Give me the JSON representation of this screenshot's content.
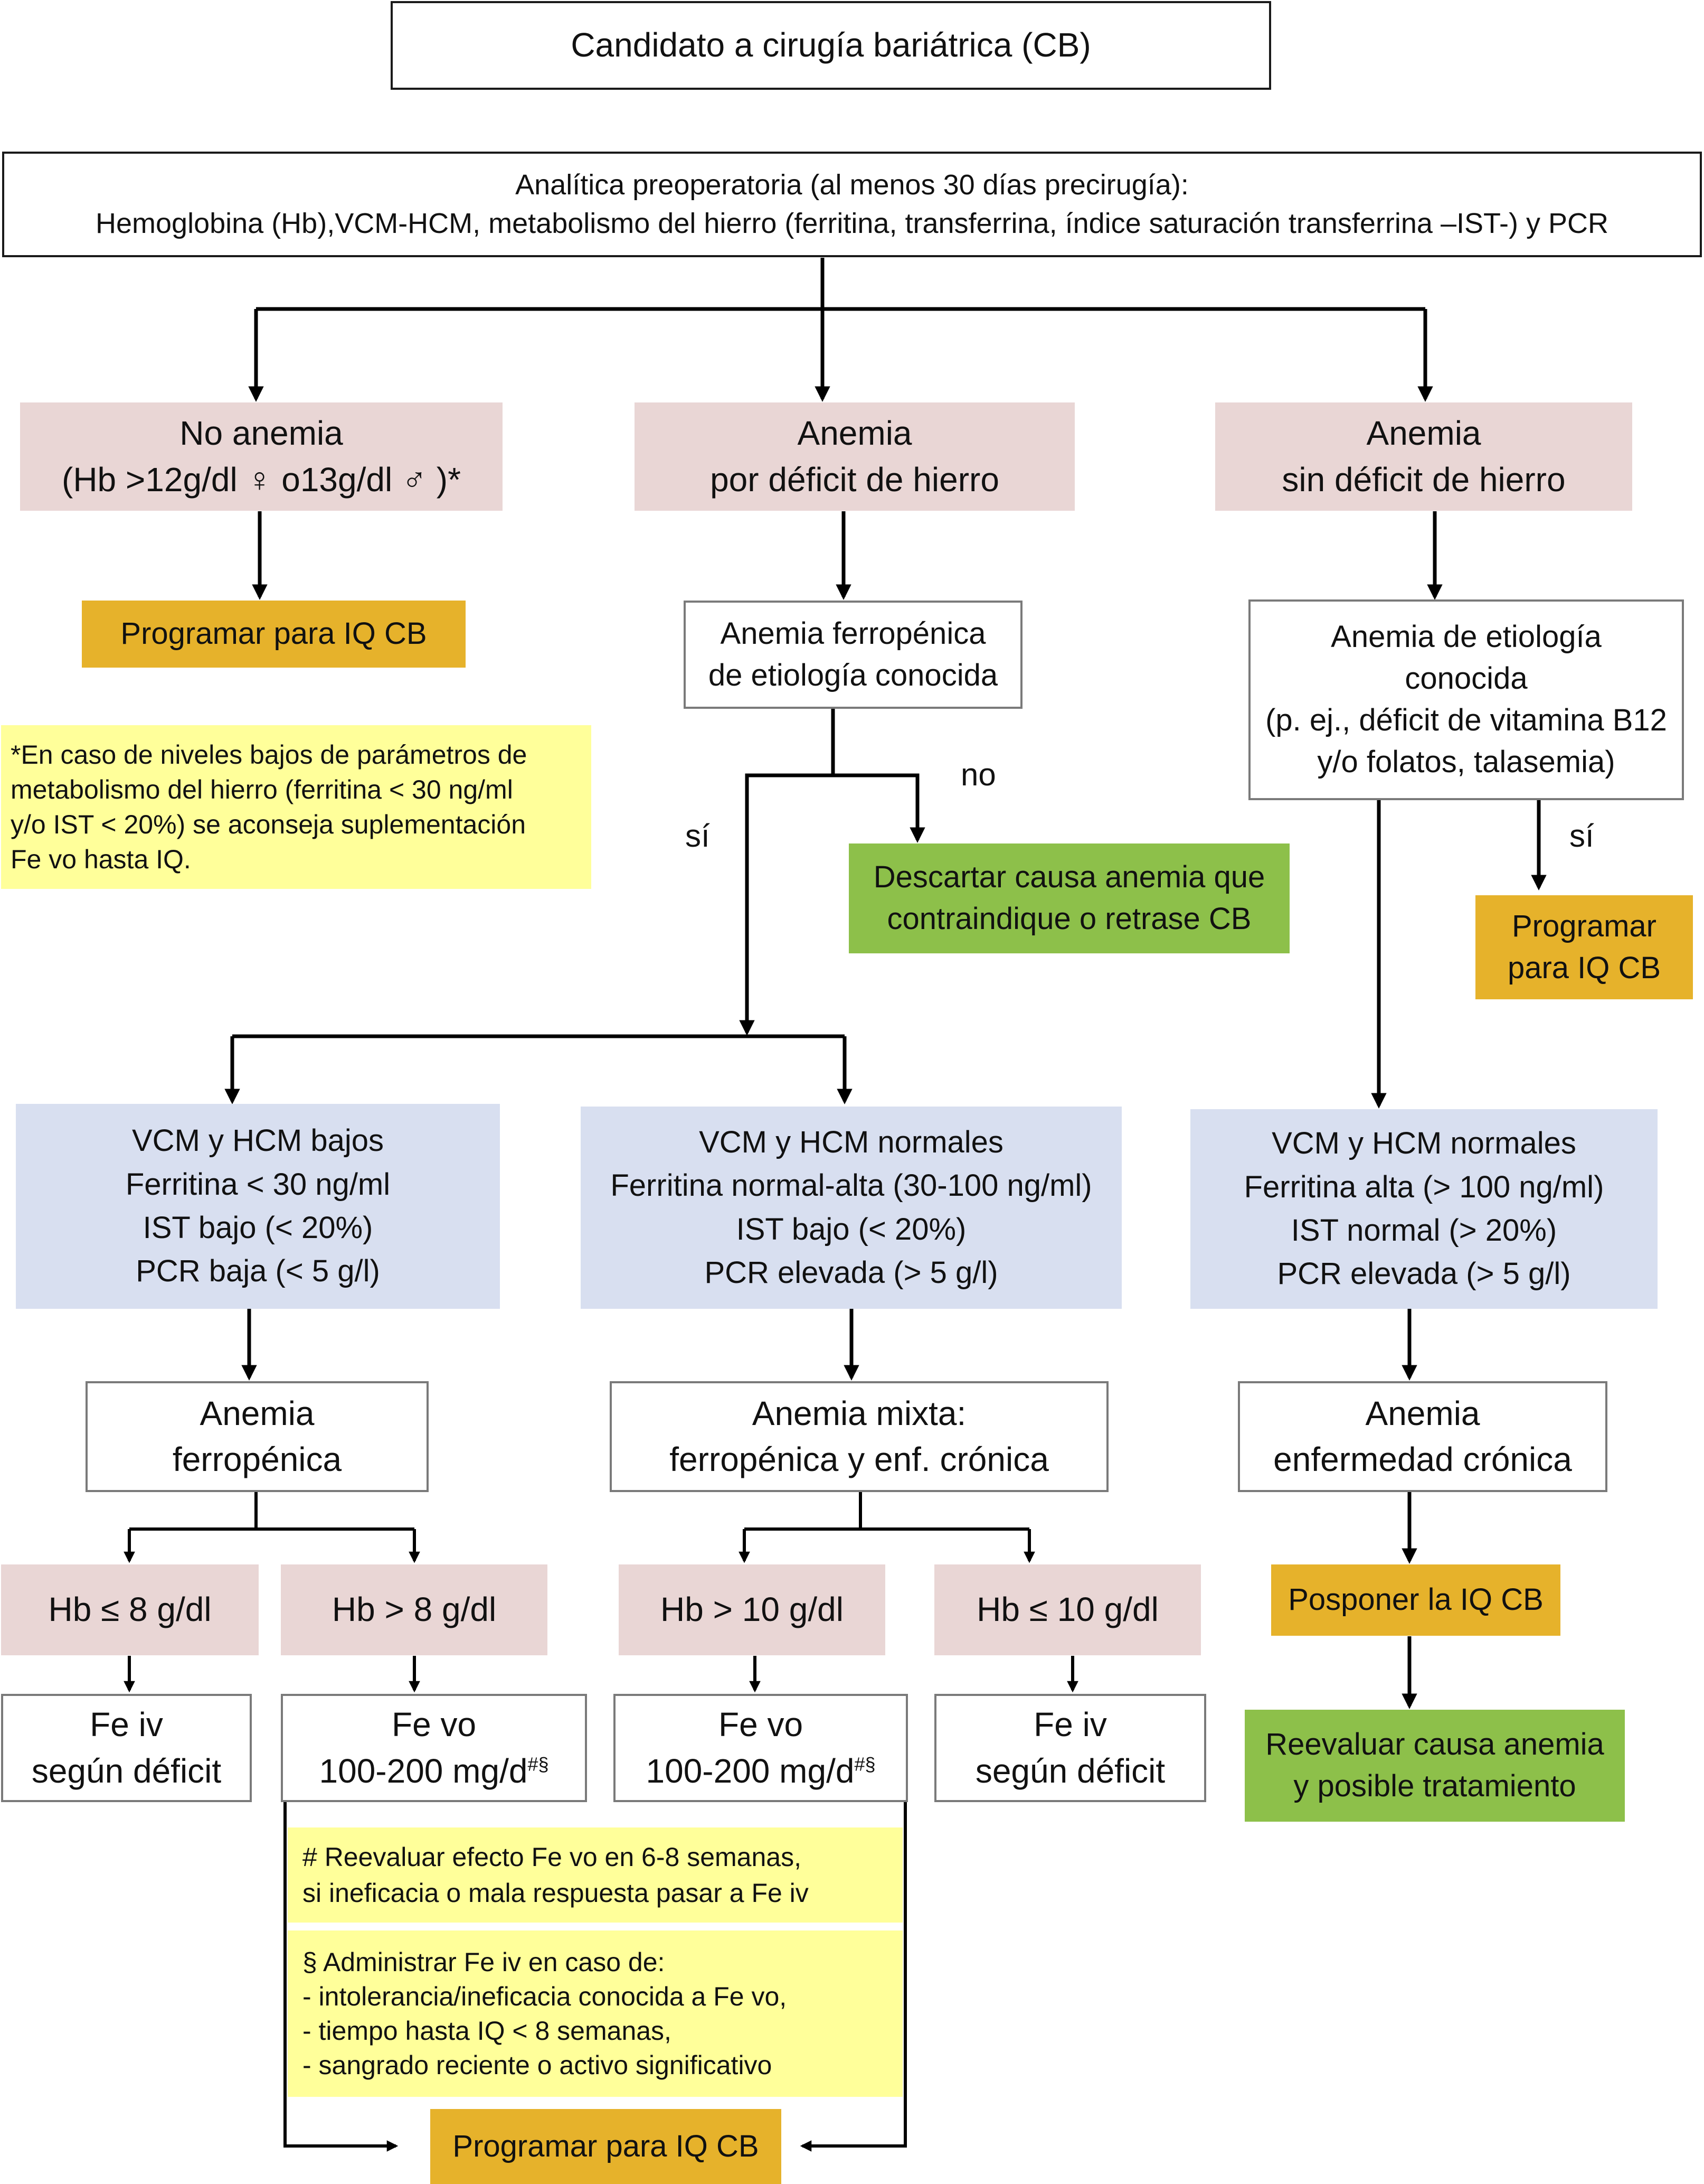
{
  "title": "Candidato a cirugía bariátrica (CB)",
  "preop": {
    "line1": "Analítica preoperatoria (al menos 30 días precirugía):",
    "line2": "Hemoglobina (Hb),VCM-HCM, metabolismo del hierro (ferritina, transferrina, índice saturación transferrina –IST-) y PCR"
  },
  "no_anemia": {
    "line1": "No anemia",
    "line2": "(Hb >12g/dl ♀ o13g/dl ♂ )*"
  },
  "programar_1": "Programar para IQ CB",
  "footnote_star": [
    "*En caso de niveles bajos de parámetros de",
    "metabolismo del hierro (ferritina < 30 ng/ml",
    "y/o IST < 20%) se aconseja suplementación",
    "Fe vo hasta IQ."
  ],
  "anemia_deficit": {
    "line1": "Anemia",
    "line2": "por déficit de hierro"
  },
  "ferropenica_conocida": {
    "line1": "Anemia ferropénica",
    "line2": "de etiología conocida"
  },
  "label_no": "no",
  "label_si_1": "sí",
  "descartar": {
    "line1": "Descartar causa anemia que",
    "line2": "contraindique o retrase CB"
  },
  "anemia_sin_deficit": {
    "line1": "Anemia",
    "line2": "sin déficit de hierro"
  },
  "etiologia_conocida": [
    "Anemia de etiología",
    "conocida",
    "(p. ej., déficit de vitamina B12",
    "y/o folatos, talasemia)"
  ],
  "label_si_2": "sí",
  "programar_2": {
    "line1": "Programar",
    "line2": "para IQ CB"
  },
  "vcm_bajos": [
    "VCM y HCM bajos",
    "Ferritina < 30 ng/ml",
    "IST bajo (< 20%)",
    "PCR baja (< 5 g/l)"
  ],
  "vcm_normales_1": [
    "VCM y HCM normales",
    "Ferritina normal-alta (30-100 ng/ml)",
    "IST bajo (< 20%)",
    "PCR elevada (> 5 g/l)"
  ],
  "vcm_normales_2": [
    "VCM y HCM normales",
    "Ferritina alta (> 100 ng/ml)",
    "IST normal (> 20%)",
    "PCR elevada (> 5 g/l)"
  ],
  "anemia_ferropenica": {
    "line1": "Anemia",
    "line2": "ferropénica"
  },
  "anemia_mixta": {
    "line1": "Anemia mixta:",
    "line2": "ferropénica y enf. crónica"
  },
  "anemia_cronica": {
    "line1": "Anemia",
    "line2": "enfermedad crónica"
  },
  "hb_le8": "Hb ≤ 8 g/dl",
  "hb_gt8": "Hb > 8 g/dl",
  "hb_gt10": "Hb > 10 g/dl",
  "hb_le10": "Hb ≤ 10 g/dl",
  "fe_iv_1": {
    "line1": "Fe iv",
    "line2": "según déficit"
  },
  "fe_vo_1": {
    "line1": "Fe vo",
    "line2": "100-200 mg/d",
    "sup": "#§"
  },
  "fe_vo_2": {
    "line1": "Fe vo",
    "line2": "100-200 mg/d",
    "sup": "#§"
  },
  "fe_iv_2": {
    "line1": "Fe iv",
    "line2": "según déficit"
  },
  "posponer": "Posponer la IQ CB",
  "reevaluar": {
    "line1": "Reevaluar causa anemia",
    "line2": "y posible tratamiento"
  },
  "note_hash": [
    "# Reevaluar efecto Fe vo en 6-8 semanas,",
    "si ineficacia o mala respuesta pasar a Fe iv"
  ],
  "note_section": [
    "§ Administrar Fe iv en caso de:",
    "- intolerancia/ineficacia conocida a Fe vo,",
    "- tiempo hasta IQ < 8 semanas,",
    "- sangrado reciente o activo significativo"
  ],
  "programar_3": "Programar para IQ CB"
}
